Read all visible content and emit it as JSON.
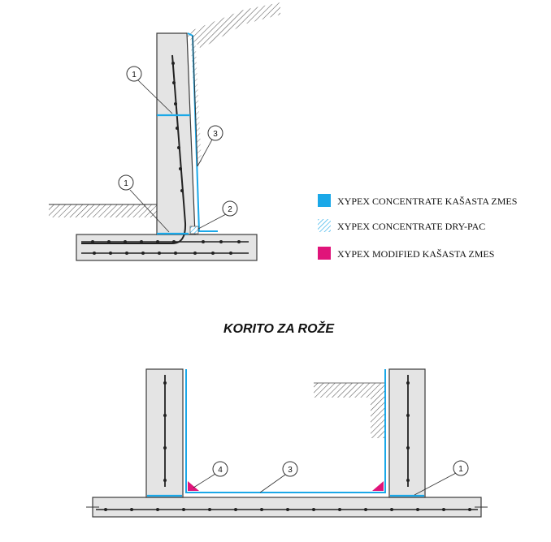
{
  "legend": {
    "items": [
      {
        "label": "XYPEX CONCENTRATE KAŠASTA ZMES",
        "color": "#1aa8e8",
        "pattern": "solid"
      },
      {
        "label": "XYPEX CONCENTRATE DRY-PAC",
        "color": "#1aa8e8",
        "pattern": "hatch"
      },
      {
        "label": "XYPEX MODIFIED KAŠASTA ZMES",
        "color": "#e0147a",
        "pattern": "solid"
      }
    ]
  },
  "section_title": "KORITO ZA ROŽE",
  "wall_callouts": [
    "1",
    "3",
    "1",
    "2"
  ],
  "planter_callouts": [
    "4",
    "3",
    "1"
  ],
  "colors": {
    "concrete": "#e4e4e4",
    "outline": "#3a3a3a",
    "membrane": "#1aa8e8",
    "modified": "#e0147a"
  }
}
